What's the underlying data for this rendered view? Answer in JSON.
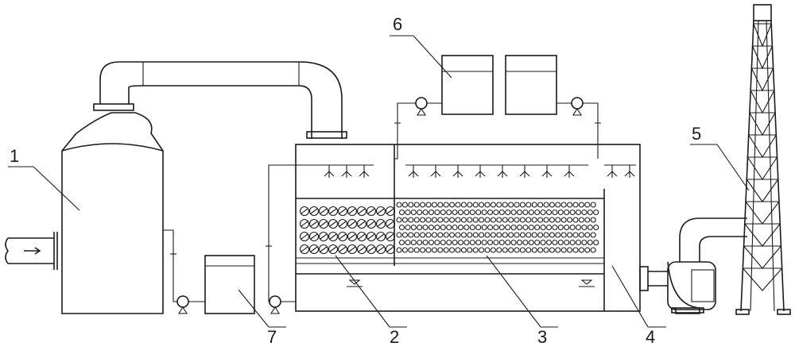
{
  "labels": {
    "l1": "1",
    "l2": "2",
    "l3": "3",
    "l4": "4",
    "l5": "5",
    "l6": "6",
    "l7": "7"
  },
  "colors": {
    "line": "#1a1a1a",
    "background": "#ffffff"
  }
}
